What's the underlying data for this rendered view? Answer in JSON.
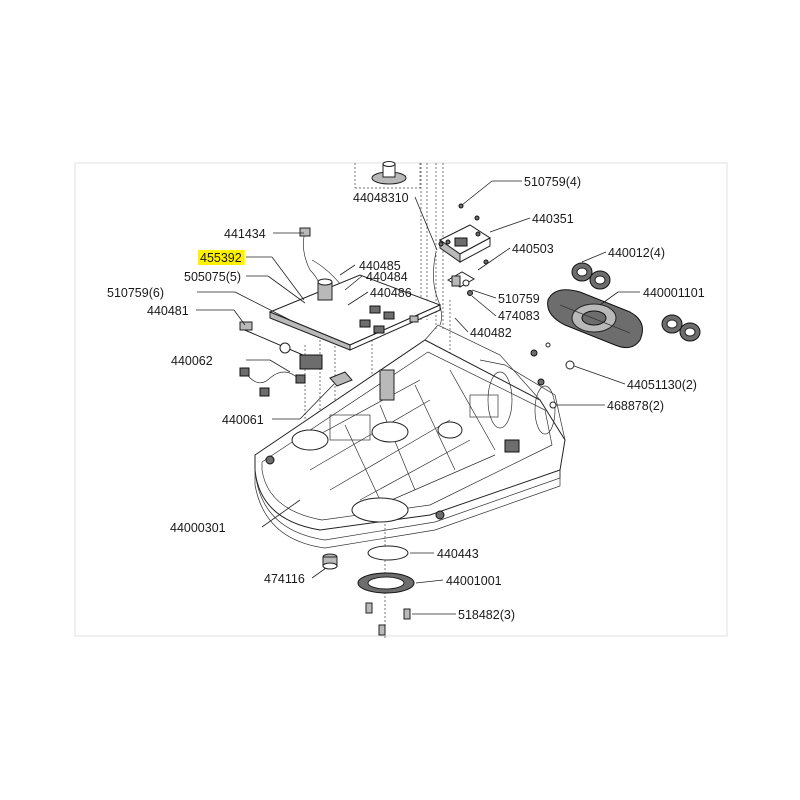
{
  "callouts": [
    {
      "id": "44048310",
      "label": "44048310",
      "highlight": false
    },
    {
      "id": "510759-4",
      "label": "510759(4)",
      "highlight": false
    },
    {
      "id": "440351",
      "label": "440351",
      "highlight": false
    },
    {
      "id": "441434",
      "label": "441434",
      "highlight": false
    },
    {
      "id": "440503",
      "label": "440503",
      "highlight": false
    },
    {
      "id": "455392",
      "label": "455392",
      "highlight": true
    },
    {
      "id": "440485",
      "label": "440485",
      "highlight": false
    },
    {
      "id": "440012-4",
      "label": "440012(4)",
      "highlight": false
    },
    {
      "id": "505075-5",
      "label": "505075(5)",
      "highlight": false
    },
    {
      "id": "440484",
      "label": "440484",
      "highlight": false
    },
    {
      "id": "510759-6",
      "label": "510759(6)",
      "highlight": false
    },
    {
      "id": "440486",
      "label": "440486",
      "highlight": false
    },
    {
      "id": "440001101",
      "label": "440001101",
      "highlight": false
    },
    {
      "id": "510759",
      "label": "510759",
      "highlight": false
    },
    {
      "id": "440481",
      "label": "440481",
      "highlight": false
    },
    {
      "id": "474083",
      "label": "474083",
      "highlight": false
    },
    {
      "id": "440482",
      "label": "440482",
      "highlight": false
    },
    {
      "id": "440062",
      "label": "440062",
      "highlight": false
    },
    {
      "id": "44051130-2",
      "label": "44051130(2)",
      "highlight": false
    },
    {
      "id": "468878-2",
      "label": "468878(2)",
      "highlight": false
    },
    {
      "id": "440061",
      "label": "440061",
      "highlight": false
    },
    {
      "id": "44000301",
      "label": "44000301",
      "highlight": false
    },
    {
      "id": "440443",
      "label": "440443",
      "highlight": false
    },
    {
      "id": "474116",
      "label": "474116",
      "highlight": false
    },
    {
      "id": "44001001",
      "label": "44001001",
      "highlight": false
    },
    {
      "id": "518482-3",
      "label": "518482(3)",
      "highlight": false
    }
  ],
  "colors": {
    "highlight": "#fff200",
    "line": "#222222",
    "frame": "#e6e6e6"
  }
}
